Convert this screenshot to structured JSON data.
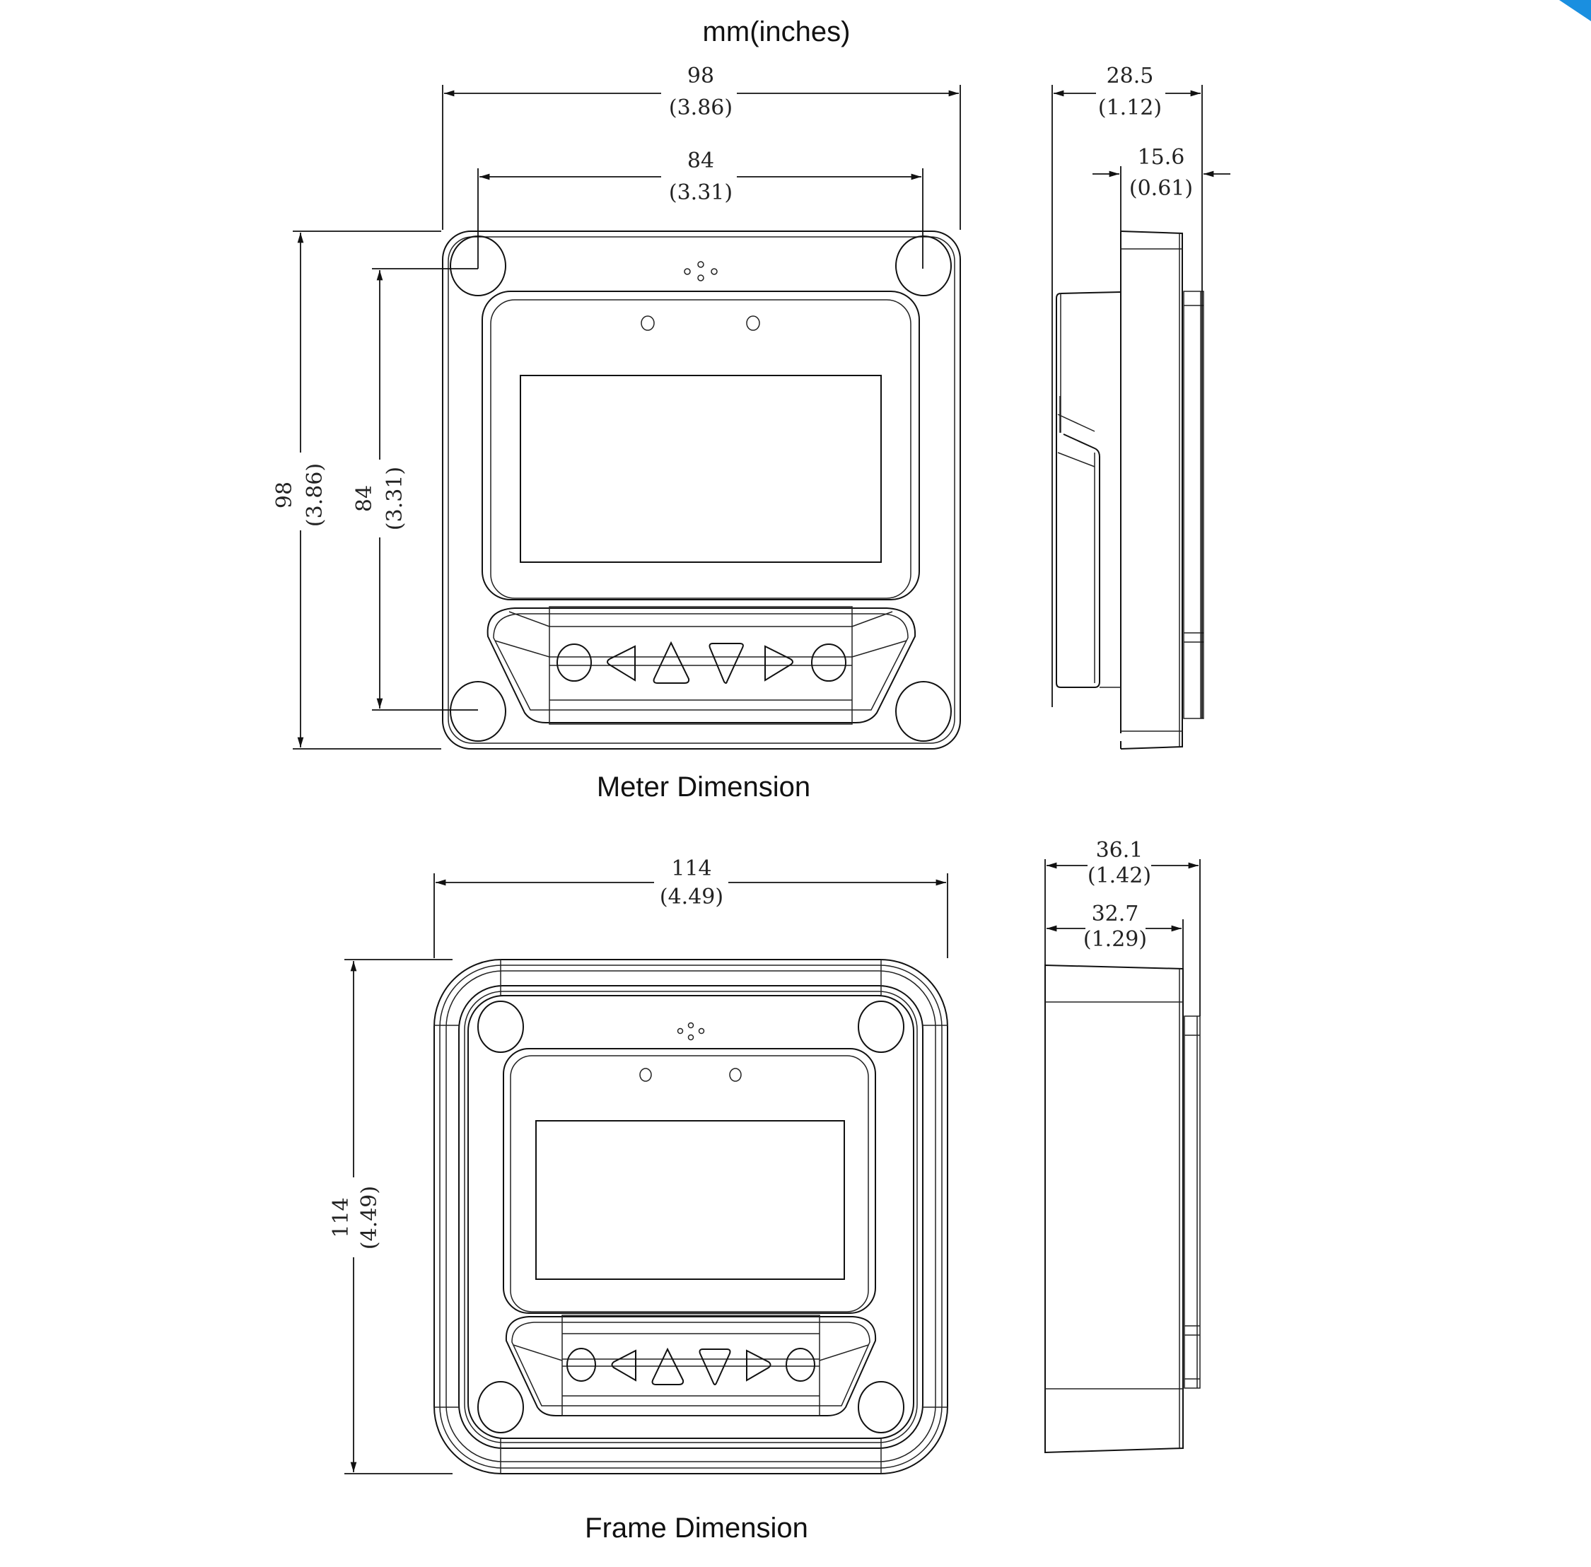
{
  "title": "mm(inches)",
  "corner_accent_color": "#1a8fe0",
  "meter": {
    "caption": "Meter Dimension",
    "front": {
      "width": {
        "mm": "98",
        "in": "(3.86)"
      },
      "hole_spacing_x": {
        "mm": "84",
        "in": "(3.31)"
      },
      "height": {
        "mm": "98",
        "in": "(3.86)"
      },
      "hole_spacing_y": {
        "mm": "84",
        "in": "(3.31)"
      }
    },
    "side": {
      "total_depth": {
        "mm": "28.5",
        "in": "(1.12)"
      },
      "rear_depth": {
        "mm": "15.6",
        "in": "(0.61)"
      }
    },
    "buttons": [
      "circle",
      "left",
      "up",
      "down",
      "right",
      "circle"
    ]
  },
  "frame": {
    "caption": "Frame Dimension",
    "front": {
      "width": {
        "mm": "114",
        "in": "(4.49)"
      },
      "height": {
        "mm": "114",
        "in": "(4.49)"
      }
    },
    "side": {
      "total_depth": {
        "mm": "36.1",
        "in": "(1.42)"
      },
      "body_depth": {
        "mm": "32.7",
        "in": "(1.29)"
      }
    },
    "buttons": [
      "circle",
      "left",
      "up",
      "down",
      "right",
      "circle"
    ]
  }
}
